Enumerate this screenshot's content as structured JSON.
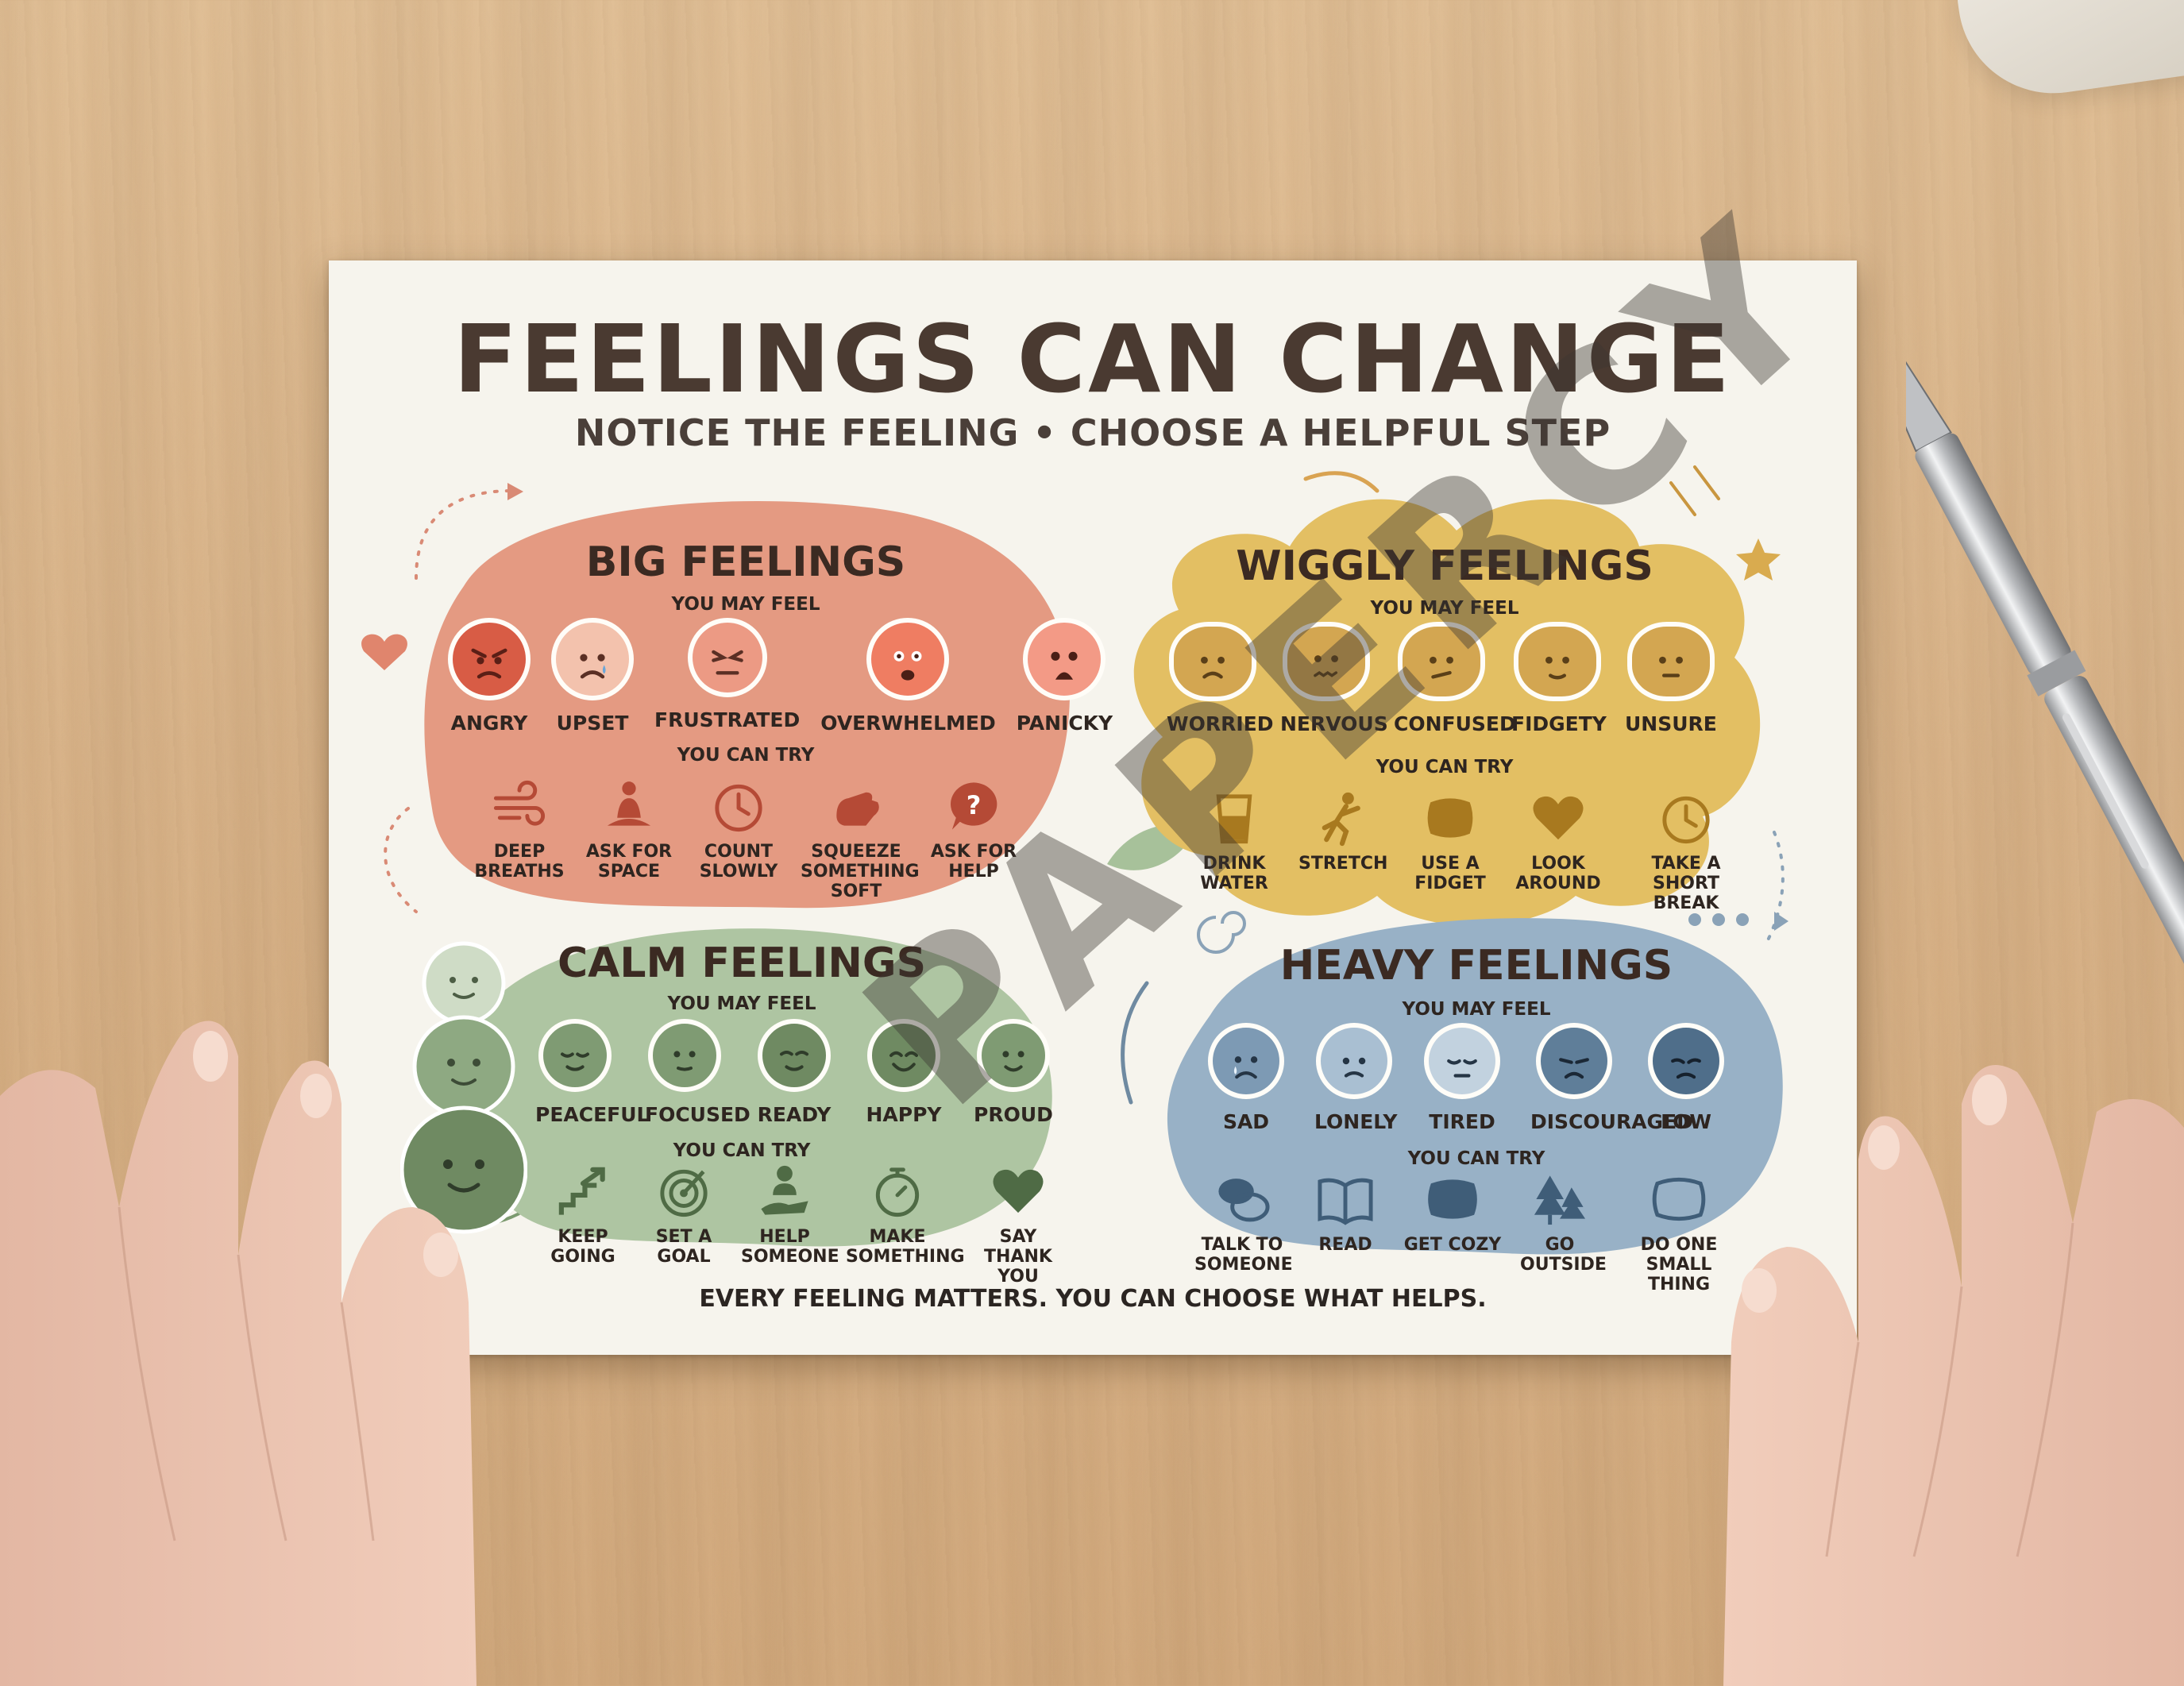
{
  "poster": {
    "title": "FEELINGS CAN CHANGE",
    "subtitle": "NOTICE THE FEELING • CHOOSE A HELPFUL STEP",
    "footer": "EVERY FEELING MATTERS. YOU CAN CHOOSE WHAT HELPS.",
    "watermark": "PAPERCY"
  },
  "labels": {
    "you_may_feel": "YOU MAY FEEL",
    "you_can_try": "YOU CAN TRY"
  },
  "sections": {
    "big": {
      "title": "BIG FEELINGS",
      "color": "#e49a82",
      "feelings": [
        "ANGRY",
        "UPSET",
        "FRUSTRATED",
        "OVERWHELMED",
        "PANICKY"
      ],
      "actions": [
        [
          "DEEP",
          "BREATHS"
        ],
        [
          "ASK FOR",
          "SPACE"
        ],
        [
          "COUNT",
          "SLOWLY"
        ],
        [
          "SQUEEZE",
          "SOMETHING",
          "SOFT"
        ],
        [
          "ASK FOR",
          "HELP"
        ]
      ],
      "action_icons": [
        "wind-icon",
        "meditation-icon",
        "clock-icon",
        "hand-squeeze-icon",
        "question-bubble-icon"
      ]
    },
    "wiggly": {
      "title": "WIGGLY FEELINGS",
      "color": "#e3bf63",
      "feelings": [
        "WORRIED",
        "NERVOUS",
        "CONFUSED",
        "FIDGETY",
        "UNSURE"
      ],
      "actions": [
        [
          "DRINK",
          "WATER"
        ],
        [
          "STRETCH"
        ],
        [
          "USE A",
          "FIDGET"
        ],
        [
          "LOOK",
          "AROUND"
        ],
        [
          "TAKE A",
          "SHORT BREAK"
        ]
      ],
      "action_icons": [
        "water-glass-icon",
        "stretch-icon",
        "fidget-icon",
        "heart-icon",
        "clock-icon"
      ]
    },
    "calm": {
      "title": "CALM FEELINGS",
      "color": "#aec5a2",
      "feelings": [
        "PEACEFUL",
        "FOCUSED",
        "READY",
        "HAPPY",
        "PROUD"
      ],
      "actions": [
        [
          "KEEP",
          "GOING"
        ],
        [
          "SET A",
          "GOAL"
        ],
        [
          "HELP",
          "SOMEONE"
        ],
        [
          "MAKE",
          "SOMETHING"
        ],
        [
          "SAY",
          "THANK YOU"
        ]
      ],
      "action_icons": [
        "steps-arrow-icon",
        "target-icon",
        "helping-hand-icon",
        "stopwatch-icon",
        "heart-icon"
      ]
    },
    "heavy": {
      "title": "HEAVY FEELINGS",
      "color": "#98b1c6",
      "feelings": [
        "SAD",
        "LONELY",
        "TIRED",
        "DISCOURAGED",
        "LOW"
      ],
      "actions": [
        [
          "TALK TO",
          "SOMEONE"
        ],
        [
          "READ"
        ],
        [
          "GET COZY"
        ],
        [
          "GO",
          "OUTSIDE"
        ],
        [
          "DO ONE",
          "SMALL THING"
        ]
      ],
      "action_icons": [
        "speech-bubbles-icon",
        "book-icon",
        "pillow-icon",
        "trees-icon",
        "pillow-icon"
      ]
    }
  }
}
